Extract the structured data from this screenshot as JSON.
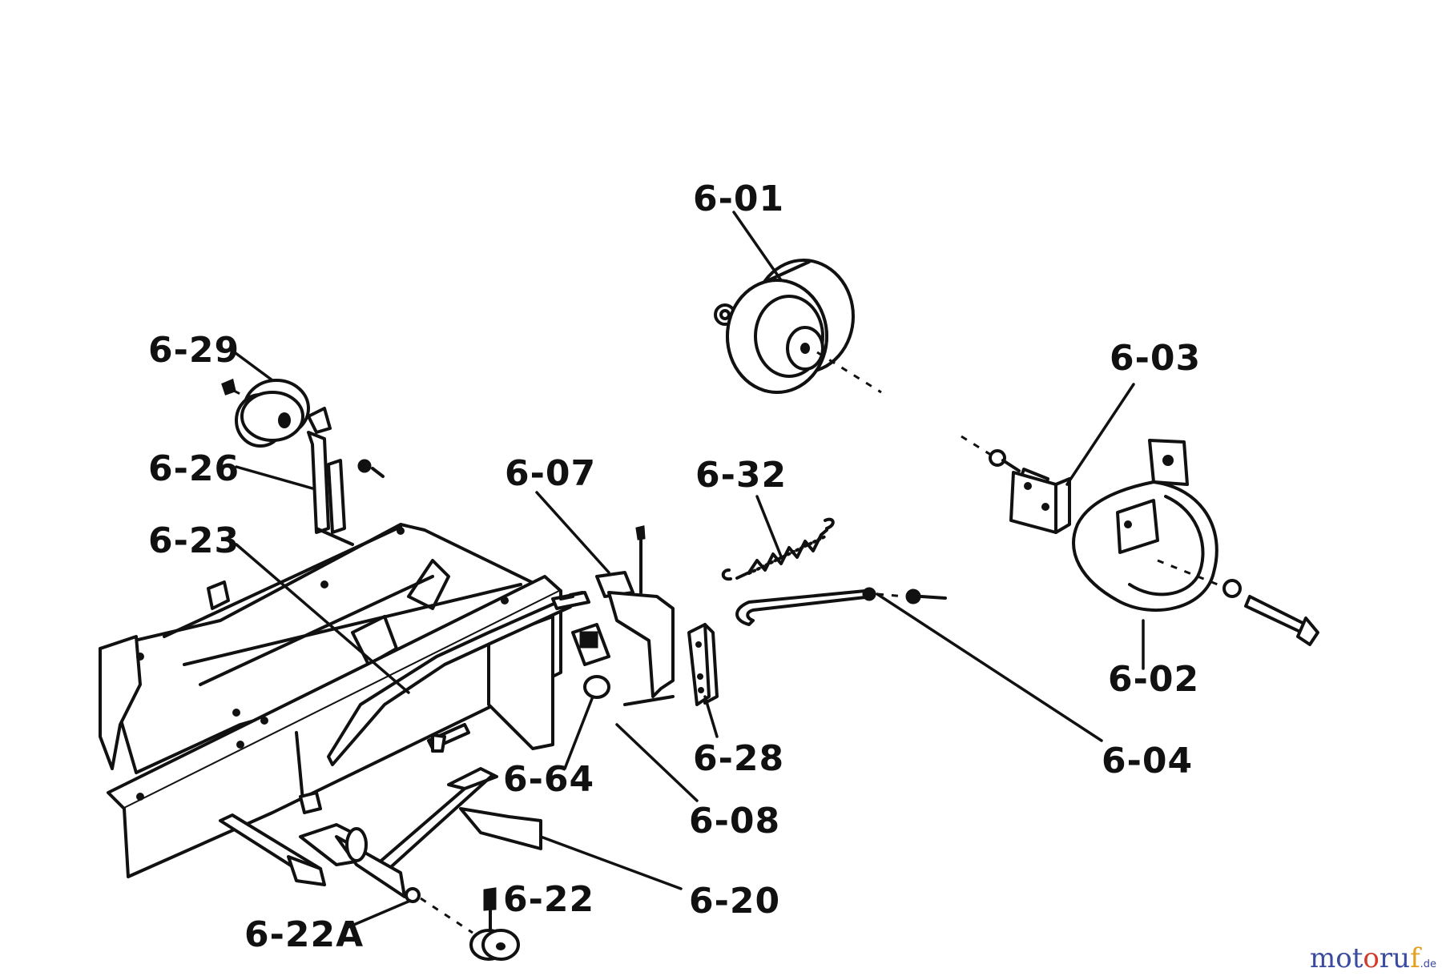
{
  "labels": {
    "l601": "6-01",
    "l602": "6-02",
    "l603": "6-03",
    "l604": "6-04",
    "l607": "6-07",
    "l608": "6-08",
    "l620": "6-20",
    "l622": "6-22",
    "l622a": "6-22A",
    "l623": "6-23",
    "l626": "6-26",
    "l628": "6-28",
    "l629": "6-29",
    "l632": "6-32",
    "l664": "6-64"
  },
  "watermark": {
    "m": "m",
    "o1": "o",
    "t": "t",
    "o2": "o",
    "r": "r",
    "u": "u",
    "f": "f",
    "tld": ".de",
    "colors": {
      "m": "#3a4aa0",
      "o1": "#3a4aa0",
      "t": "#3a4aa0",
      "o2": "#d23a2a",
      "r": "#3a4aa0",
      "u": "#3a4aa0",
      "f": "#e0a020",
      "tld": "#3a4aa0"
    }
  }
}
